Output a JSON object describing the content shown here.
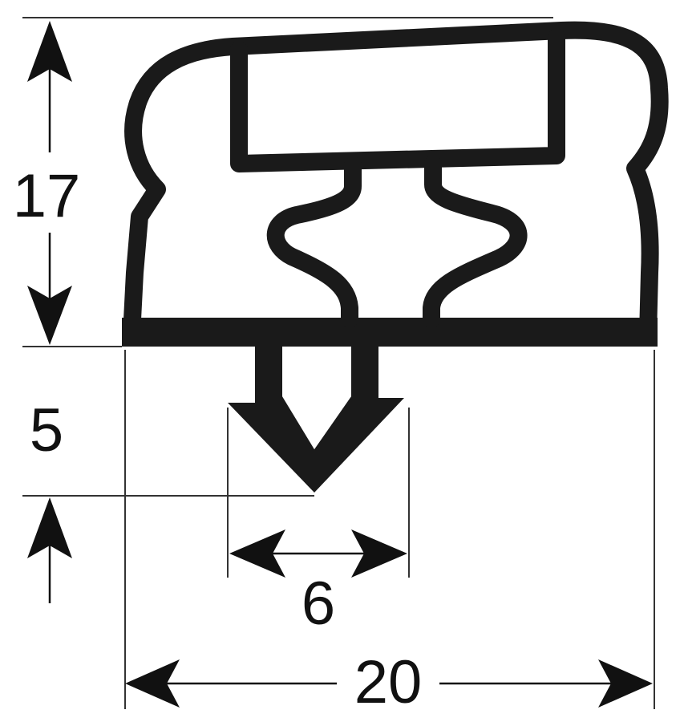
{
  "dimensions": {
    "height_upper": "17",
    "height_lower": "5",
    "width_inner": "6",
    "width_total": "20"
  },
  "colors": {
    "stroke": "#1a1a1a",
    "background": "#ffffff"
  }
}
